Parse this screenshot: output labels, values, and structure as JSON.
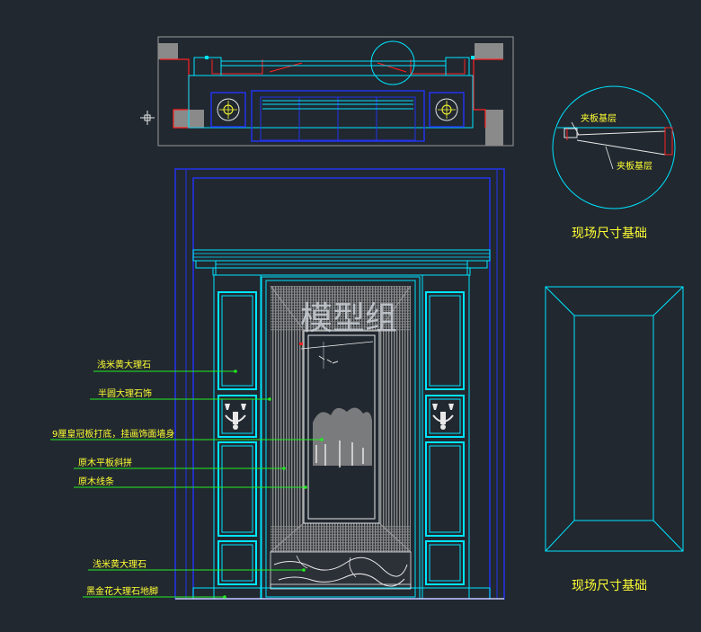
{
  "watermark": "模型组",
  "annotations": {
    "a1": "浅米黄大理石",
    "a2": "半圆大理石饰",
    "a3": "9厘皇冠板打底，挂画饰面墙身",
    "a4": "原木平板斜拼",
    "a5": "原木线条",
    "a6": "浅米黄大理石",
    "a7": "黑金花大理石地脚"
  },
  "detail": {
    "label_top": "夹板基层",
    "label_bottom": "夹板基层",
    "caption": "现场尺寸基础"
  },
  "niche": {
    "caption": "现场尺寸基础"
  },
  "colors": {
    "background": "#212830",
    "cyan": "#00e5ff",
    "blue": "#2233ee",
    "red": "#ff2222",
    "green": "#22ee22",
    "yellow": "#ffff33",
    "white": "#e8e8e8",
    "gray": "#8a8a8a"
  }
}
